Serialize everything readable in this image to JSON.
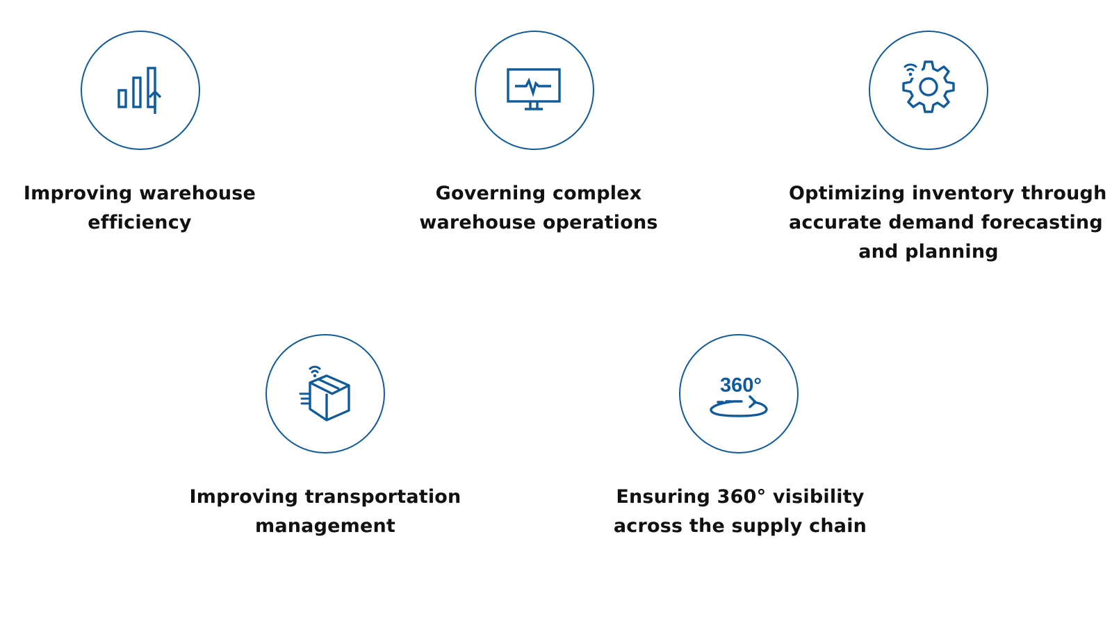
{
  "theme": {
    "accent": "#0f5b9c",
    "text": "#111111",
    "background": "#ffffff"
  },
  "items": [
    {
      "icon": "bar-chart-growth-icon",
      "lines": [
        "Improving warehouse",
        "efficiency"
      ]
    },
    {
      "icon": "monitor-pulse-icon",
      "lines": [
        "Governing complex",
        "warehouse operations"
      ]
    },
    {
      "icon": "smart-gear-icon",
      "lines": [
        "Optimizing inventory through",
        "accurate demand forecasting",
        "and planning"
      ]
    },
    {
      "icon": "connected-delivery-box-icon",
      "lines": [
        "Improving transportation",
        "management"
      ]
    },
    {
      "icon": "360-rotation-icon",
      "icon_text": "360°",
      "lines": [
        "Ensuring 360° visibility",
        "across the supply chain"
      ]
    }
  ]
}
